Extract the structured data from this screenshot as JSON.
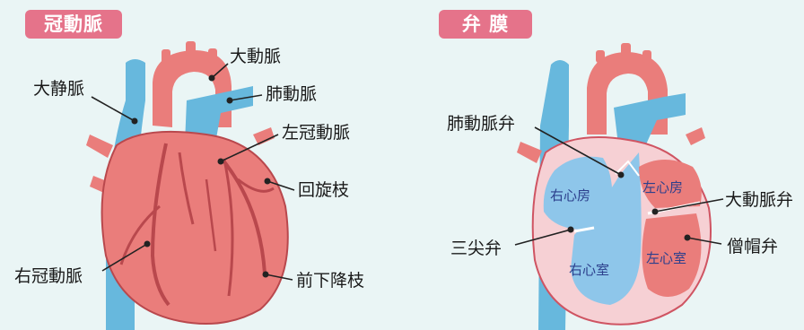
{
  "left": {
    "heading": "冠動脈",
    "labels": {
      "aorta": "大動脈",
      "vena_cava": "大静脈",
      "pulmonary_artery": "肺動脈",
      "left_coronary": "左冠動脈",
      "circumflex": "回旋枝",
      "right_coronary": "右冠動脈",
      "lad": "前下降枝"
    }
  },
  "right": {
    "heading": "弁 膜",
    "labels": {
      "pulmonary_valve": "肺動脈弁",
      "aortic_valve": "大動脈弁",
      "tricuspid_valve": "三尖弁",
      "mitral_valve": "僧帽弁"
    },
    "chambers": {
      "right_atrium": "右心房",
      "left_atrium": "左心房",
      "right_ventricle": "右心室",
      "left_ventricle": "左心室"
    }
  },
  "colors": {
    "background": "#eaf5f5",
    "badge": "#e5738a",
    "heart_red": "#ea7d7b",
    "vein_blue": "#67b8dd",
    "chamber_blue": "#8ec6ea",
    "chamber_pink": "#f6d0d4"
  }
}
